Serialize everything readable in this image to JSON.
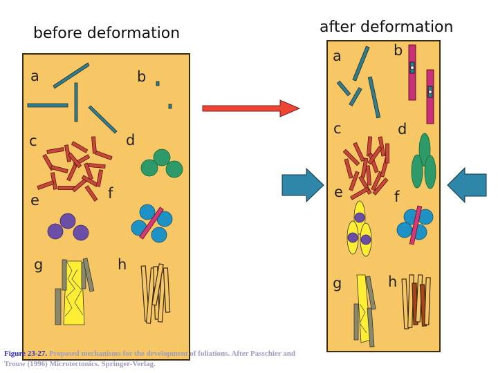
{
  "titles": {
    "before": "before deformation",
    "after": "after deformation"
  },
  "labels": {
    "before": {
      "a": "a",
      "b": "b",
      "c": "c",
      "d": "d",
      "e": "e",
      "f": "f",
      "g": "g",
      "h": "h"
    },
    "after": {
      "a": "a",
      "b": "b",
      "c": "c",
      "d": "d",
      "e": "e",
      "f": "f",
      "g": "g",
      "h": "h"
    }
  },
  "caption": {
    "figure": "Figure 23-27.",
    "text": " Proposed mechanisms for the development of foliations. After Passchier and Trouw (1996) Microtectonics. Springer-Verlag."
  },
  "colors": {
    "panel": "#f7c765",
    "mineral_teal": "#2d7f8f",
    "rods_red": "#c8463a",
    "circles_green": "#2e9a6a",
    "circles_purple": "#6b4fa6",
    "circles_blue": "#1f92c5",
    "bar_magenta": "#c8307a",
    "vein_yellow": "#ffee33",
    "arrow_red": "#ee4433",
    "arrow_blue": "#2e86a8"
  }
}
